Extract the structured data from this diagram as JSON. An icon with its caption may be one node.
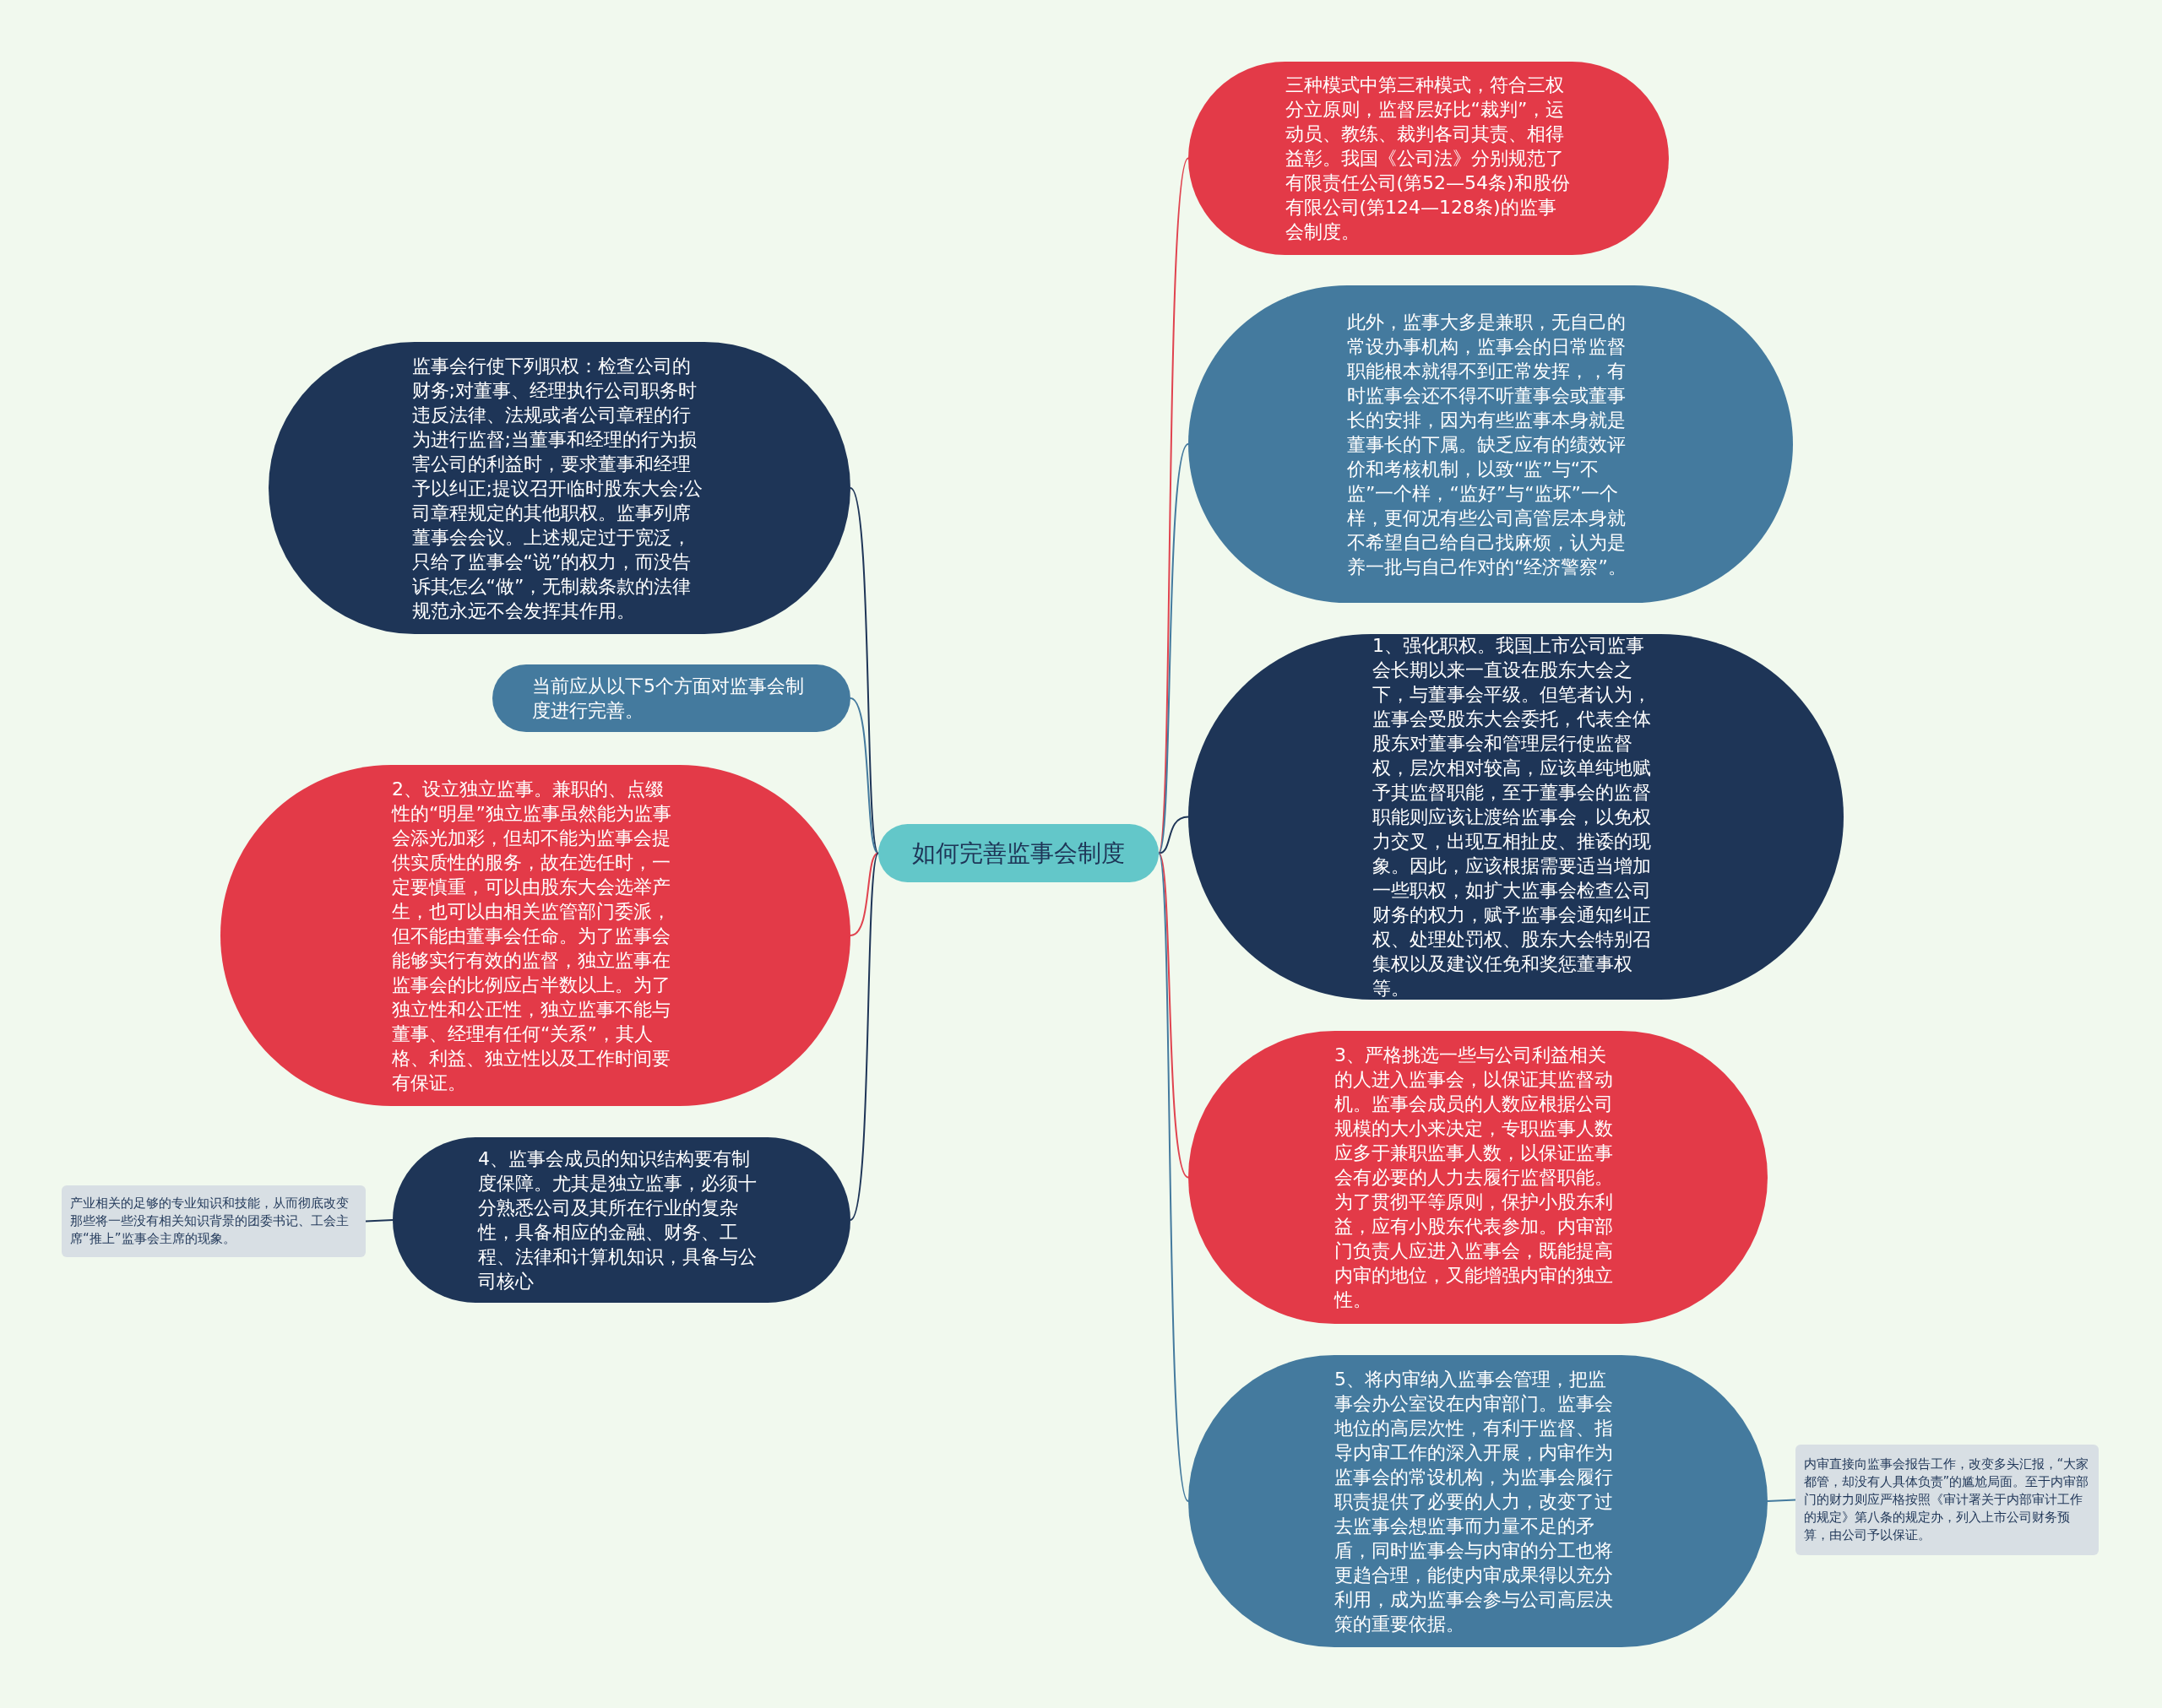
{
  "diagram": {
    "nodes": [
      {
        "text": [
          "如何完善监事会制度"
        ]
      },
      {
        "text": [
          "三种模式中第三种模式，符合三权分立原则，监督层好比“裁判”，运动员、教练、裁判各司其责、相得益彰。我国《公司法》分别规范了有限责任公司(第52—54条)和股份有限公司(第124—128条)的监事会制度。"
        ]
      },
      {
        "text": [
          "此外，监事大多是兼职，无自己的常设办事机构，监事会的日常监督职能根本就得不到正常发挥，，有时监事会还不得不听董事会或董事长的安排，因为有些监事本身就是董事长的下属。缺乏应有的绩效评价和考核机制，以致“监”与“不监”一个样，“监好”与“监坏”一个样，更何况有些公司高管层本身就不希望自己给自己找麻烦，认为是养一批与自己作对的“经济警察”。"
        ]
      },
      {
        "text": [
          "监事会行使下列职权：检查公司的财务;对董事、经理执行公司职务时违反法律、法规或者公司章程的行为进行监督;当董事和经理的行为损害公司的利益时，要求董事和经理予以纠正;提议召开临时股东大会;公司章程规定的其他职权。监事列席董事会会议。上述规定过于宽泛，只给了监事会“说”的权力，而没告诉其怎么“做”，无制裁条款的法律规范永远不会发挥其作用。"
        ]
      },
      {
        "text": [
          "当前应从以下5个方面对监事会制度进行完善。"
        ]
      },
      {
        "text": [
          "2、设立独立监事。兼职的、点缀性的“明星”独立监事虽然能为监事会添光加彩，但却不能为监事会提供实质性的服务，故在选任时，一定要慎重，可以由股东大会选举产生，也可以由相关监管部门委派，但不能由董事会任命。为了监事会能够实行有效的监督，独立监事在监事会的比例应占半数以上。为了独立性和公正性，独立监事不能与董事、经理有任何“关系”，其人格、利益、独立性以及工作时间要有保证。"
        ]
      },
      {
        "text": [
          "1、强化职权。我国上市公司监事会长期以来一直设在股东大会之下，与董事会平级。但笔者认为，监事会受股东大会委托，代表全体股东对董事会和管理层行使监督权，层次相对较高，应该单纯地赋予其监督职能，至于董事会的监督职能则应该让渡给监事会，以免权力交叉，出现互相扯皮、推诿的现象。因此，应该根据需要适当增加一些职权，如扩大监事会检查公司财务的权力，赋予监事会通知纠正权、处理处罚权、股东大会特别召集权以及建议任免和奖惩董事权等。"
        ]
      },
      {
        "text": [
          "3、严格挑选一些与公司利益相关的人进入监事会，以保证其监督动机。监事会成员的人数应根据公司规模的大小来决定，专职监事人数应多于兼职监事人数，以保证监事会有必要的人力去履行监督职能。为了贯彻平等原则，保护小股东利益，应有小股东代表参加。内审部门负责人应进入监事会，既能提高内审的地位，又能增强内审的独立性。"
        ]
      },
      {
        "text": [
          "4、监事会成员的知识结构要有制度保障。尤其是独立监事，必须十分熟悉公司及其所在行业的复杂性，具备相应的金融、财务、工程、法律和计算机知识，具备与公司核心"
        ]
      },
      {
        "text": [
          "产业相关的足够的专业知识和技能，从而彻底改变那些将一些没有相关知识背景的团委书记、工会主席“推上”监事会主席的现象。"
        ]
      },
      {
        "text": [
          "5、将内审纳入监事会管理，把监事会办公室设在内审部门。监事会地位的高层次性，有利于监督、指导内审工作的深入开展，内审作为监事会的常设机构，为监事会履行职责提供了必要的人力，改变了过去监事会想监事而力量不足的矛盾，同时监事会与内审的分工也将更趋合理，能使内审成果得以充分利用，成为监事会参与公司高层决策的重要依据。"
        ]
      },
      {
        "text": [
          "内审直接向监事会报告工作，改变多头汇报，“大家都管，却没有人具体负责”的尴尬局面。至于内审部门的财力则应严格按照《审计署关于内部审计工作的规定》第八条的规定办，列入上市公司财务预算，由公司予以保证。"
        ]
      }
    ],
    "edges": [
      {
        "from": 0,
        "to": 1,
        "arrow": "none",
        "color": "#e0434f"
      },
      {
        "from": 0,
        "to": 2,
        "arrow": "none",
        "color": "#447a9e"
      },
      {
        "from": 0,
        "to": 3,
        "arrow": "none",
        "color": "#1e3557"
      },
      {
        "from": 0,
        "to": 4,
        "arrow": "none",
        "color": "#447a9e"
      },
      {
        "from": 0,
        "to": 5,
        "arrow": "none",
        "color": "#e0434f"
      },
      {
        "from": 0,
        "to": 6,
        "arrow": "none",
        "color": "#1e3557"
      },
      {
        "from": 0,
        "to": 7,
        "arrow": "none",
        "color": "#e0434f"
      },
      {
        "from": 0,
        "to": 8,
        "arrow": "none",
        "color": "#1e3557"
      },
      {
        "from": 8,
        "to": 9,
        "arrow": "none",
        "color": "#1e3557"
      },
      {
        "from": 0,
        "to": 10,
        "arrow": "none",
        "color": "#447a9e"
      },
      {
        "from": 10,
        "to": 11,
        "arrow": "none",
        "color": "#447a9e"
      }
    ]
  }
}
